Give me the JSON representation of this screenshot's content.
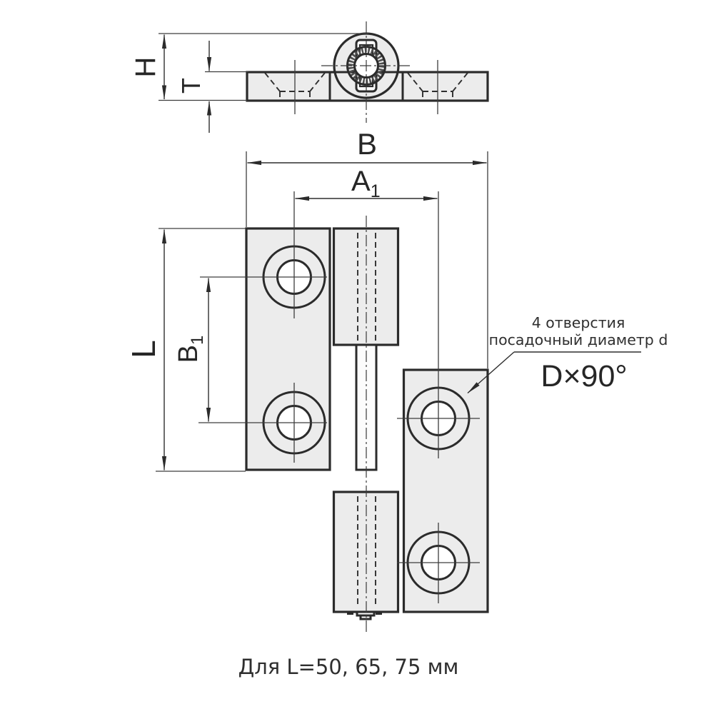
{
  "labels": {
    "H": "H",
    "T": "T",
    "B": "B",
    "A_base": "A",
    "A_sub": "1",
    "L": "L",
    "B1_base": "B",
    "B1_sub": "1",
    "D_formula": "D×90°"
  },
  "callout": {
    "line1": "4 отверстия",
    "line2": "посадочный диаметр d"
  },
  "caption": "Для L=50, 65, 75 мм",
  "colors": {
    "background": "#ffffff",
    "part_fill": "#ececec",
    "outline": "#2b2b2b",
    "thin_line": "#3d3d3d",
    "text": "#262626"
  }
}
